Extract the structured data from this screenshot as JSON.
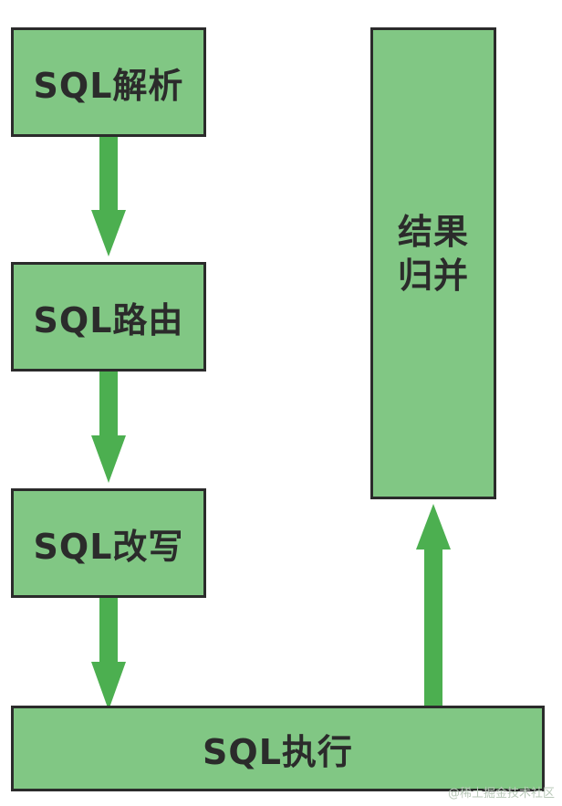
{
  "nodes": {
    "parse": "SQL解析",
    "route": "SQL路由",
    "rewrite": "SQL改写",
    "execute": "SQL执行",
    "merge_line1": "结果",
    "merge_line2": "归并"
  },
  "colors": {
    "box_fill": "#81c784",
    "box_border": "#2b2b2b",
    "arrow": "#4caf50",
    "text": "#2b2b2b"
  },
  "watermark": "@稀土掘金技术社区"
}
